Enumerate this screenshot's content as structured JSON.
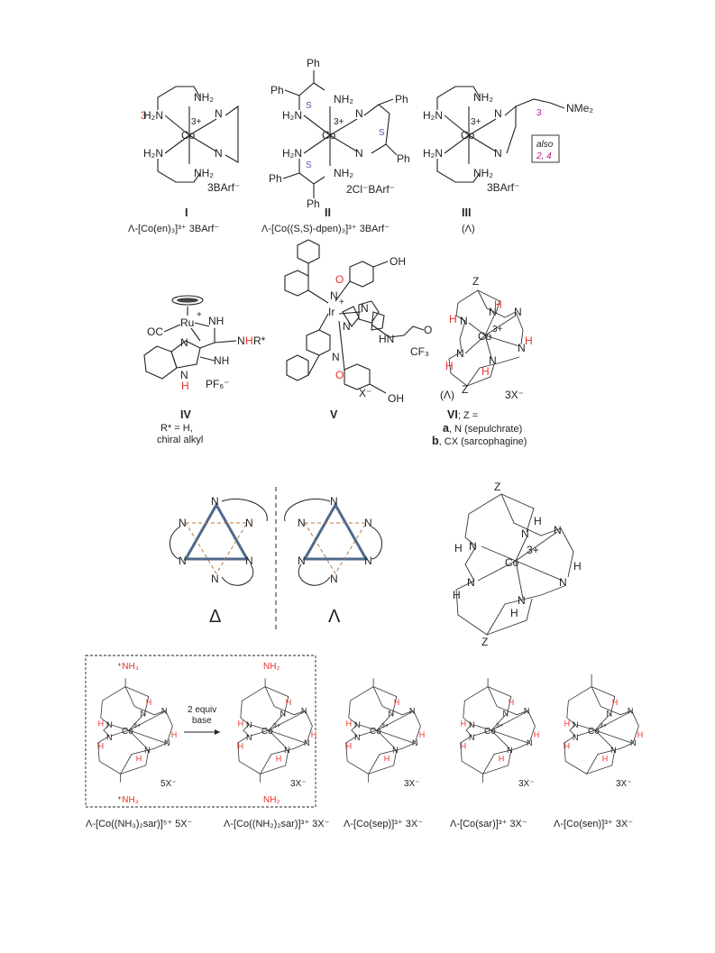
{
  "row1": {
    "I": {
      "numeral": "I",
      "caption": "Λ-[Co(en)₃]³⁺ 3BArf⁻",
      "counterion": "3BArf⁻",
      "center": "Co",
      "charge": "3+"
    },
    "II": {
      "numeral": "II",
      "caption": "Λ-[Co((S,S)-dpen)₃]³⁺ 3BArf⁻",
      "counterion": "2Cl⁻BArf⁻",
      "center": "Co",
      "charge": "3+",
      "stereo": "S",
      "phenyl": "Ph"
    },
    "III": {
      "numeral": "III",
      "caption": "(Λ)",
      "counterion": "3BArf⁻",
      "center": "Co",
      "charge": "3+",
      "chain": "3",
      "amine": "NMe₂",
      "box_line1": "also",
      "box_line2": "2, 4"
    }
  },
  "row2": {
    "IV": {
      "numeral": "IV",
      "note_line1": "R* = H,",
      "note_line2": "chiral alkyl",
      "metal": "Ru",
      "charge": "+",
      "co": "OC",
      "anion": "PF₆⁻",
      "rstar": "R*"
    },
    "V": {
      "numeral": "V",
      "metal": "Ir",
      "charge": "+",
      "anion": "X⁻",
      "oh": "OH",
      "cf3": "CF₃"
    },
    "VI": {
      "numeral": "VI",
      "label_tail": "; Z =",
      "a_letter": "a",
      "a_text": ", N (sepulchrate)",
      "b_letter": "b",
      "b_text": ", CX (sarcophagine)",
      "lambda": "(Λ)",
      "anion": "3X⁻",
      "z": "Z",
      "center": "Co",
      "charge": "3+"
    }
  },
  "row3": {
    "delta": "Δ",
    "lambda": "Λ",
    "atom": "N",
    "center": "Co",
    "charge": "3+",
    "z": "Z",
    "h": "H"
  },
  "row4": {
    "arrow_line1": "2 equiv",
    "arrow_line2": "base",
    "nh3": "NH₃",
    "nh2": "NH₂",
    "items": [
      {
        "caption": "Λ-[Co((NH₃)₂sar)]⁵⁺ 5X⁻",
        "anion": "5X⁻"
      },
      {
        "caption": "Λ-[Co((NH₂)₂sar)]³⁺ 3X⁻",
        "anion": "3X⁻"
      },
      {
        "caption": "Λ-[Co(sep)]³⁺ 3X⁻",
        "anion": "3X⁻"
      },
      {
        "caption": "Λ-[Co(sar)]³⁺ 3X⁻",
        "anion": "3X⁻"
      },
      {
        "caption": "Λ-[Co(sen)]³⁺ 3X⁻",
        "anion": "3X⁻"
      }
    ]
  },
  "colors": {
    "nitrogen_red": "#e8312a",
    "stereo_blue": "#5a56a6",
    "magenta": "#c0168c",
    "triangle": "#4e6a8c",
    "orange": "#b07a4a"
  }
}
